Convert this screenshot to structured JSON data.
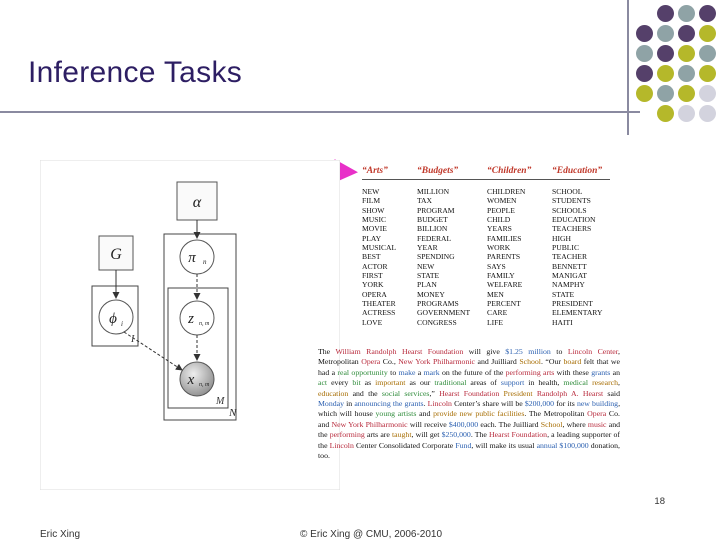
{
  "slide": {
    "title": "Inference Tasks",
    "page_number": "18",
    "footer_left": "Eric Xing",
    "footer_center": "© Eric Xing @ CMU, 2006-2010"
  },
  "decor": {
    "dot_colors": [
      "#55406a",
      "#8fa3a6",
      "#b5b82a",
      "#d3d3de"
    ],
    "rule_color": "#8a8aa0",
    "arrow_color": "#e830c8"
  },
  "model": {
    "alpha": "α",
    "G": "G",
    "pi": "π",
    "pi_sub": "n",
    "phi": "ϕ",
    "phi_sub": "i",
    "z": "z",
    "z_sub": "n, m",
    "x": "x",
    "x_sub": "n, m",
    "plate_I": "I",
    "plate_M": "M",
    "plate_N": "N"
  },
  "topics": [
    {
      "header": "“Arts”",
      "words": [
        "NEW",
        "FILM",
        "SHOW",
        "MUSIC",
        "MOVIE",
        "PLAY",
        "MUSICAL",
        "BEST",
        "ACTOR",
        "FIRST",
        "YORK",
        "OPERA",
        "THEATER",
        "ACTRESS",
        "LOVE"
      ]
    },
    {
      "header": "“Budgets”",
      "words": [
        "MILLION",
        "TAX",
        "PROGRAM",
        "BUDGET",
        "BILLION",
        "FEDERAL",
        "YEAR",
        "SPENDING",
        "NEW",
        "STATE",
        "PLAN",
        "MONEY",
        "PROGRAMS",
        "GOVERNMENT",
        "CONGRESS"
      ]
    },
    {
      "header": "“Children”",
      "words": [
        "CHILDREN",
        "WOMEN",
        "PEOPLE",
        "CHILD",
        "YEARS",
        "FAMILIES",
        "WORK",
        "PARENTS",
        "SAYS",
        "FAMILY",
        "WELFARE",
        "MEN",
        "PERCENT",
        "CARE",
        "LIFE"
      ]
    },
    {
      "header": "“Education”",
      "words": [
        "SCHOOL",
        "STUDENTS",
        "SCHOOLS",
        "EDUCATION",
        "TEACHERS",
        "HIGH",
        "PUBLIC",
        "TEACHER",
        "BENNETT",
        "MANIGAT",
        "NAMPHY",
        "STATE",
        "PRESIDENT",
        "ELEMENTARY",
        "HAITI"
      ]
    }
  ],
  "passage": [
    [
      "The ",
      -1
    ],
    [
      "William Randolph Hearst Foundation",
      0
    ],
    [
      " will give ",
      -1
    ],
    [
      "$1.25 million",
      1
    ],
    [
      " to ",
      -1
    ],
    [
      "Lincoln Center",
      0
    ],
    [
      ", Metropolitan ",
      -1
    ],
    [
      "Opera",
      0
    ],
    [
      " Co., ",
      -1
    ],
    [
      "New York Philharmonic",
      0
    ],
    [
      " and Juilliard ",
      -1
    ],
    [
      "School",
      3
    ],
    [
      ". “Our ",
      -1
    ],
    [
      "board",
      3
    ],
    [
      " felt that we had a ",
      -1
    ],
    [
      "real opportunity",
      2
    ],
    [
      " to ",
      -1
    ],
    [
      "make",
      1
    ],
    [
      " a ",
      -1
    ],
    [
      "mark",
      1
    ],
    [
      " on the future of the ",
      -1
    ],
    [
      "performing arts",
      0
    ],
    [
      " with these ",
      -1
    ],
    [
      "grants",
      1
    ],
    [
      " an ",
      -1
    ],
    [
      "act",
      2
    ],
    [
      " every ",
      -1
    ],
    [
      "bit",
      2
    ],
    [
      " as ",
      -1
    ],
    [
      "important",
      3
    ],
    [
      " as our ",
      -1
    ],
    [
      "traditional",
      2
    ],
    [
      " areas of ",
      -1
    ],
    [
      "support",
      1
    ],
    [
      " in health, ",
      -1
    ],
    [
      "medical",
      2
    ],
    [
      " ",
      -1
    ],
    [
      "research",
      3
    ],
    [
      ", ",
      -1
    ],
    [
      "education",
      3
    ],
    [
      " and the ",
      -1
    ],
    [
      "social services",
      2
    ],
    [
      ",” ",
      -1
    ],
    [
      "Hearst Foundation",
      0
    ],
    [
      " ",
      -1
    ],
    [
      "President",
      3
    ],
    [
      " ",
      -1
    ],
    [
      "Randolph A. Hearst",
      0
    ],
    [
      " said ",
      -1
    ],
    [
      "Monday",
      1
    ],
    [
      " in ",
      -1
    ],
    [
      "announcing the grants",
      1
    ],
    [
      ". ",
      -1
    ],
    [
      "Lincoln",
      0
    ],
    [
      " Center’s share will be ",
      -1
    ],
    [
      "$200,000",
      1
    ],
    [
      " for its ",
      -1
    ],
    [
      "new building",
      1
    ],
    [
      ", which will house ",
      -1
    ],
    [
      "young artists",
      2
    ],
    [
      " and ",
      -1
    ],
    [
      "provide new public facilities",
      3
    ],
    [
      ". The Metropolitan ",
      -1
    ],
    [
      "Opera",
      0
    ],
    [
      " Co. and ",
      -1
    ],
    [
      "New York Philharmonic",
      0
    ],
    [
      " will receive ",
      -1
    ],
    [
      "$400,000",
      1
    ],
    [
      " each. The Juilliard ",
      -1
    ],
    [
      "School",
      3
    ],
    [
      ", where ",
      -1
    ],
    [
      "music",
      0
    ],
    [
      " and the ",
      -1
    ],
    [
      "performing",
      0
    ],
    [
      " arts are ",
      -1
    ],
    [
      "taught",
      3
    ],
    [
      ", will get ",
      -1
    ],
    [
      "$250,000",
      1
    ],
    [
      ". The ",
      -1
    ],
    [
      "Hearst Foundation",
      0
    ],
    [
      ", a leading supporter of the ",
      -1
    ],
    [
      "Lincoln",
      0
    ],
    [
      " Center Consolidated Corporate ",
      -1
    ],
    [
      "Fund",
      1
    ],
    [
      ", will make its usual ",
      -1
    ],
    [
      "annual $100,000",
      1
    ],
    [
      " donation, too.",
      -1
    ]
  ]
}
